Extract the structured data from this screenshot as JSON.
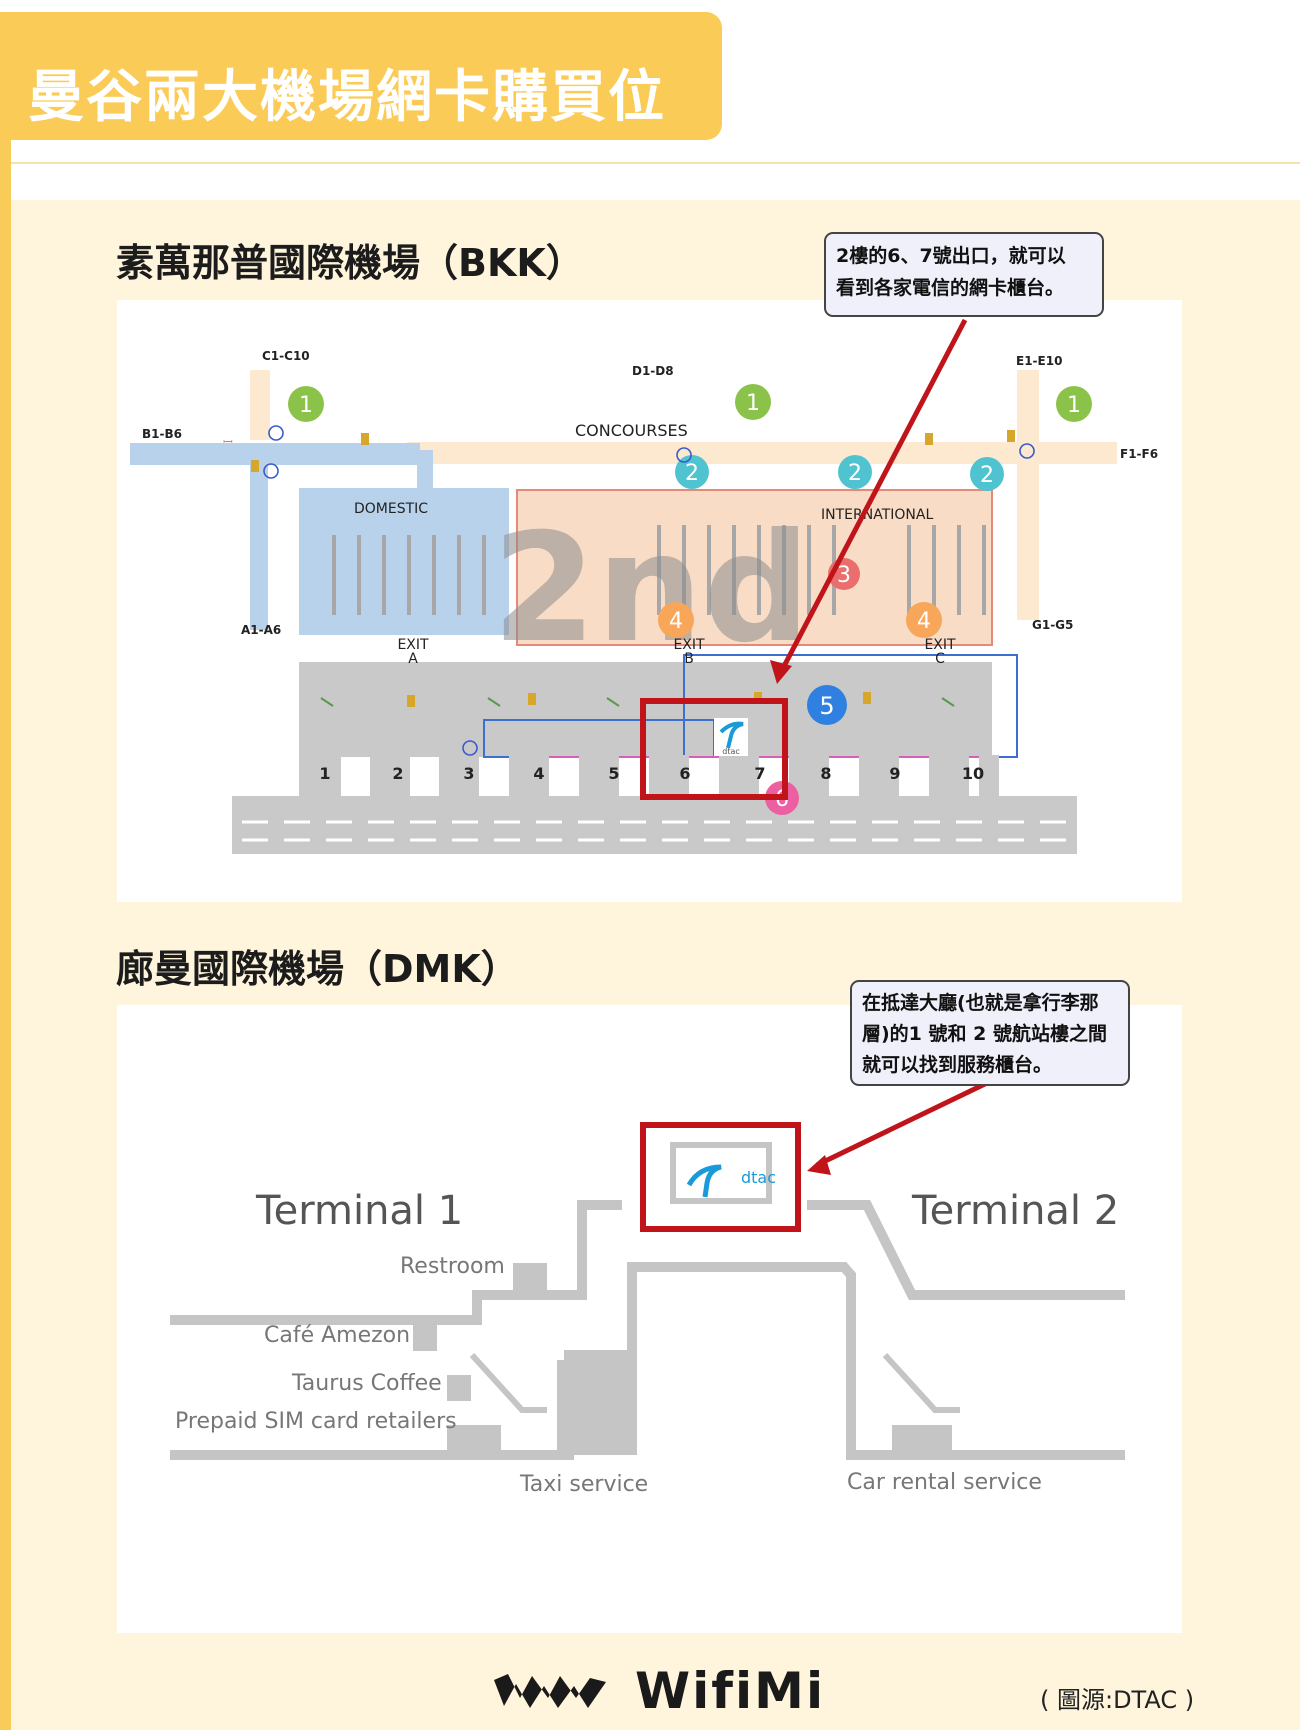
{
  "header": {
    "title": "曼谷兩大機場網卡購買位置"
  },
  "bkk": {
    "title": "素萬那普國際機場（BKK）",
    "callout": [
      "2樓的6、7號出口，就可以",
      "看到各家電信的網卡櫃台。"
    ],
    "map": {
      "gates": {
        "c": "C1-C10",
        "d": "D1-D8",
        "e": "E1-E10",
        "b": "B1-B6",
        "f": "F1-F6",
        "a": "A1-A6",
        "g": "G1-G5"
      },
      "concourses": "CONCOURSES",
      "domestic": "DOMESTIC",
      "international": "INTERNATIONAL",
      "floor": "2nd",
      "exits": [
        {
          "word": "EXIT",
          "letter": "A"
        },
        {
          "word": "EXIT",
          "letter": "B"
        },
        {
          "word": "EXIT",
          "letter": "C"
        }
      ],
      "doors": [
        "1",
        "2",
        "3",
        "4",
        "5",
        "6",
        "7",
        "8",
        "9",
        "10"
      ],
      "markers": [
        "1",
        "2",
        "3",
        "4",
        "5",
        "6"
      ],
      "logo_text": "dtac",
      "colors": {
        "domestic": "#b9d2ec",
        "international": "#f8dcc5",
        "concourse": "#fde8d0",
        "hall": "#c9c9c9",
        "highlight": "#c0141a"
      }
    }
  },
  "dmk": {
    "title": "廊曼國際機場（DMK）",
    "callout": [
      "在抵達大廳(也就是拿行李那",
      "層)的1 號和 2 號航站樓之間",
      "就可以找到服務櫃台。"
    ],
    "map": {
      "terminal1": "Terminal 1",
      "terminal2": "Terminal 2",
      "restroom": "Restroom",
      "cafe": "Café Amezon",
      "taurus": "Taurus Coffee",
      "prepaid": "Prepaid SIM card retailers",
      "taxi": "Taxi service",
      "car": "Car rental service",
      "logo_text": "dtac"
    }
  },
  "footer": {
    "brand": "WifiMi",
    "source": "( 圖源:DTAC )"
  }
}
